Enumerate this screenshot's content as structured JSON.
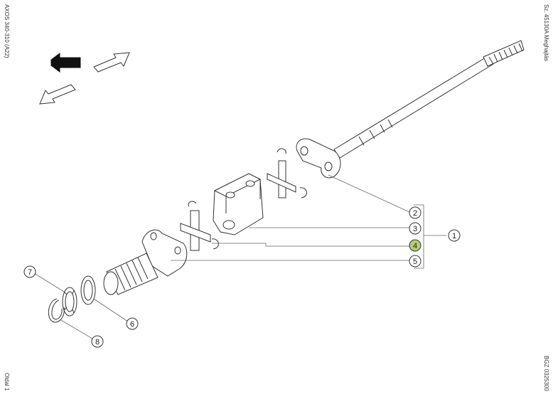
{
  "side_labels": {
    "left_top": "AXOS 340-310 (A22)",
    "left_bottom": "Oldal 1",
    "right_top": "Sz. 45130A  Meghajtás",
    "right_bottom": "BGZ 0325300"
  },
  "callouts": [
    {
      "id": "1",
      "text": "1",
      "highlighted": false
    },
    {
      "id": "2",
      "text": "2",
      "highlighted": false
    },
    {
      "id": "3",
      "text": "3",
      "highlighted": false
    },
    {
      "id": "4",
      "text": "4",
      "highlighted": true
    },
    {
      "id": "5",
      "text": "5",
      "highlighted": false
    },
    {
      "id": "6",
      "text": "6",
      "highlighted": false
    },
    {
      "id": "7",
      "text": "7",
      "highlighted": false
    },
    {
      "id": "8",
      "text": "8",
      "highlighted": false
    }
  ],
  "colors": {
    "line": "#333333",
    "highlight": "#b5cc7a",
    "nav_active": "#111111",
    "nav_inactive": "#ffffff"
  },
  "nav_arrows": [
    {
      "name": "nav-arrow-back-icon",
      "active": true
    },
    {
      "name": "nav-arrow-forward-icon",
      "active": false
    },
    {
      "name": "nav-arrow-down-icon",
      "active": false
    }
  ]
}
